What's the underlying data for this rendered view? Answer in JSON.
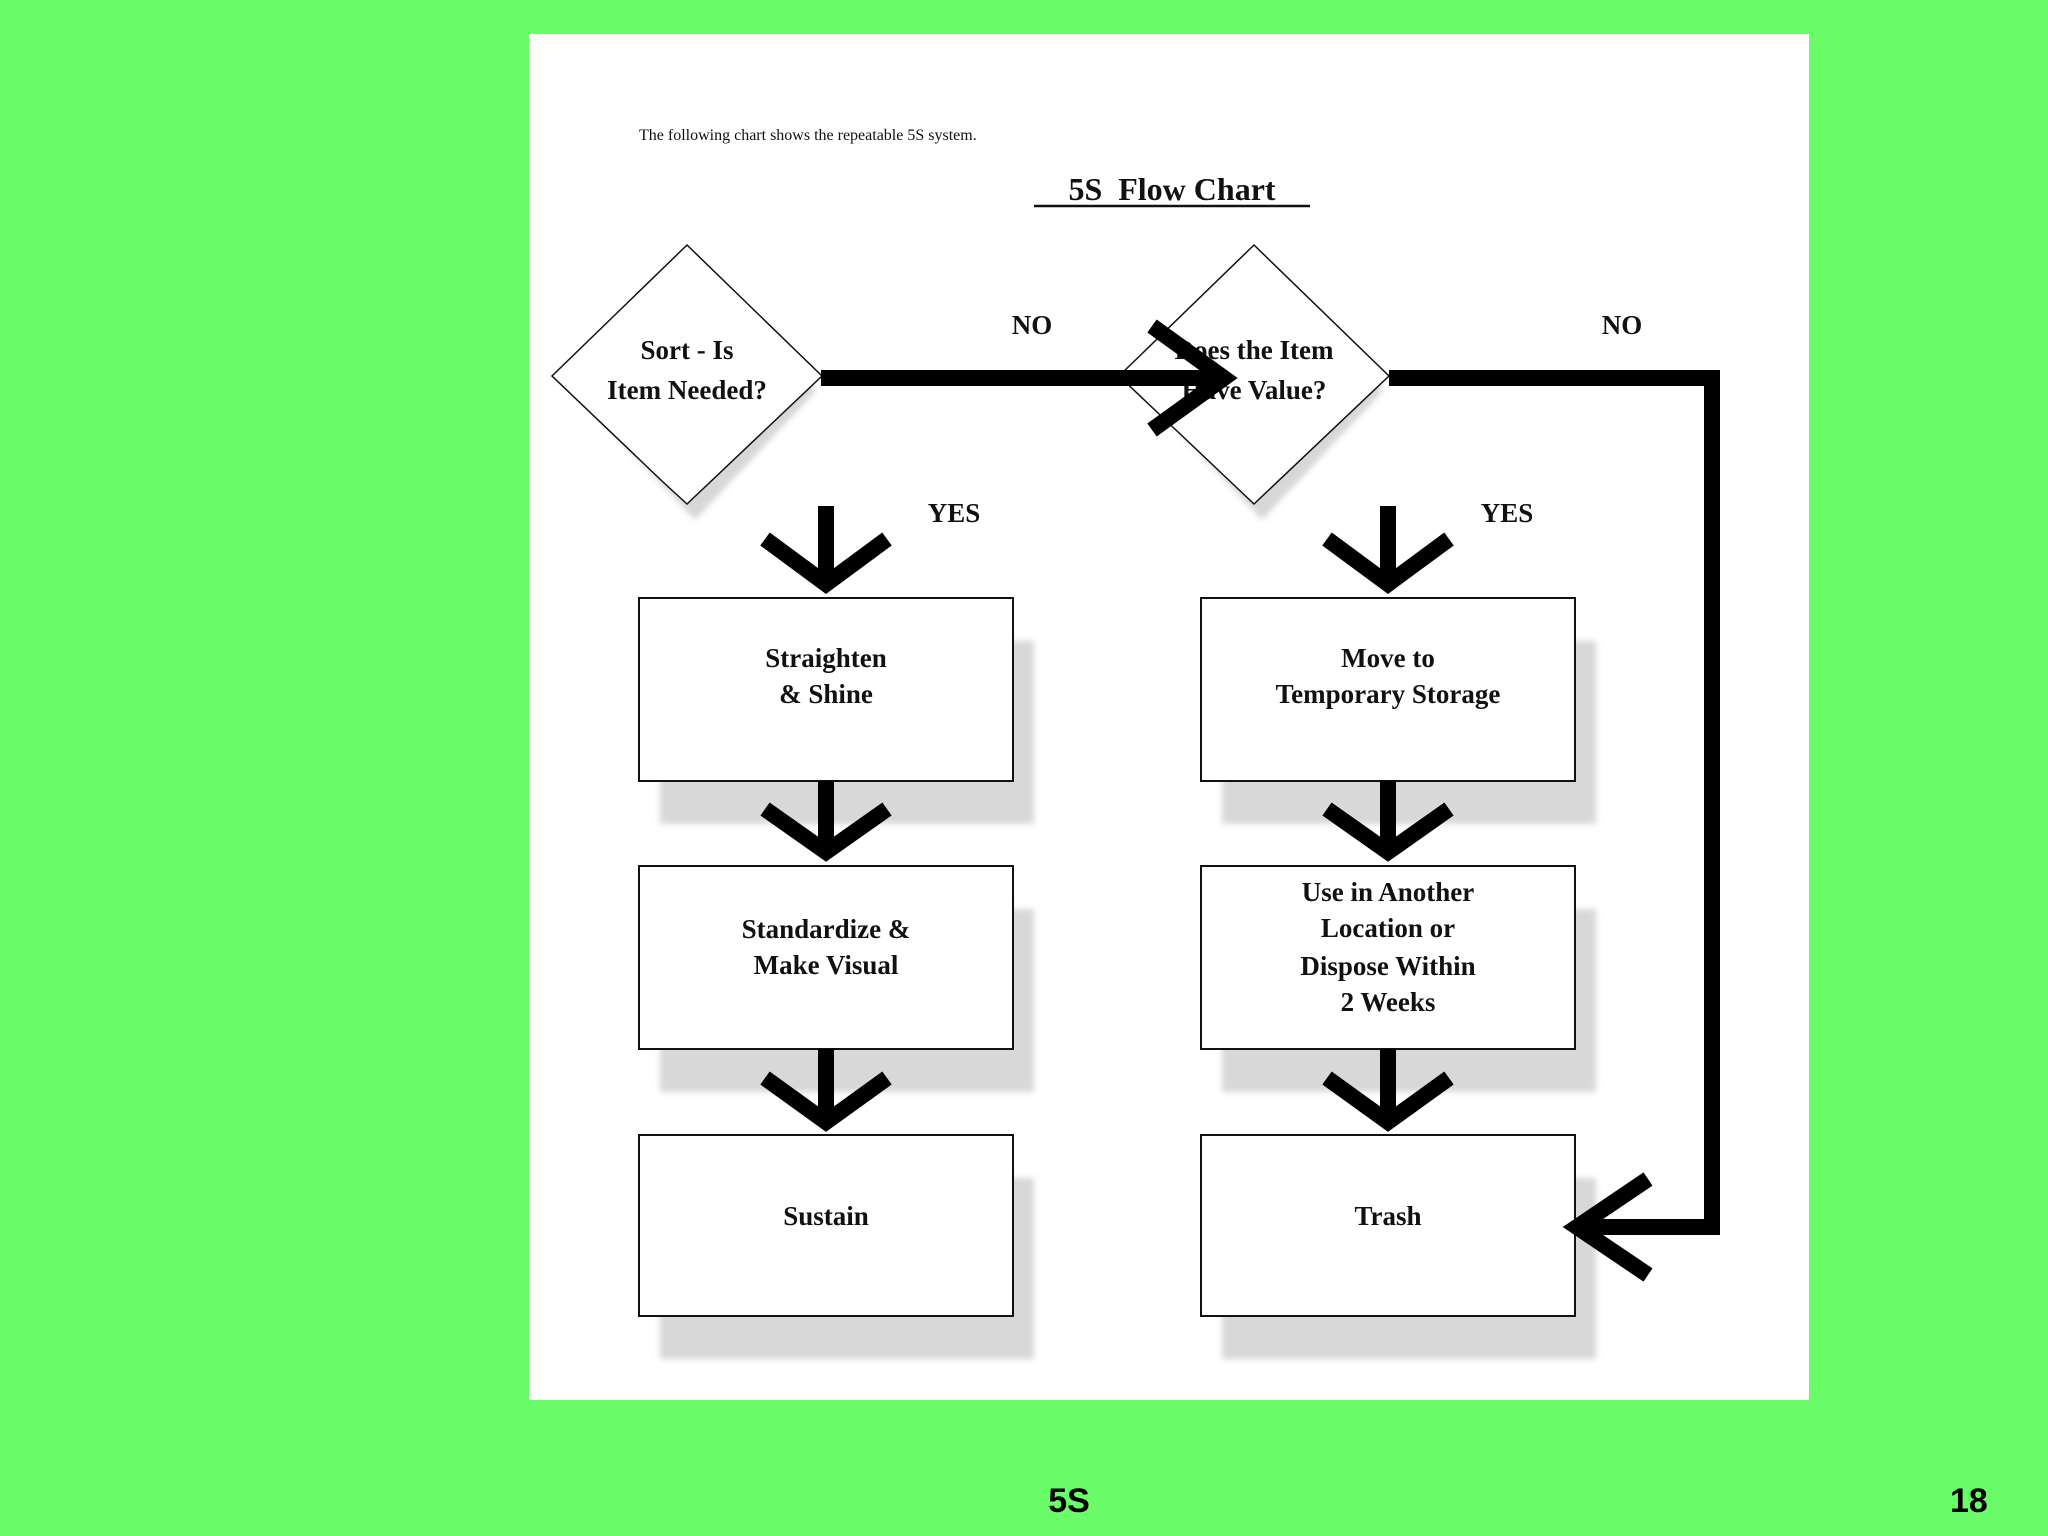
{
  "slide": {
    "background_color": "#6bfd69",
    "footer_title": "5S",
    "page_number": "18"
  },
  "figure": {
    "intro_text": "The following chart shows the repeatable 5S system.",
    "title": "5S  Flow Chart",
    "decisions": {
      "sort": [
        "Sort - Is",
        "Item Needed?"
      ],
      "value": [
        "Does the Item",
        "Have Value?"
      ]
    },
    "edge_labels": {
      "sort_no": "NO",
      "sort_yes": "YES",
      "value_no": "NO",
      "value_yes": "YES"
    },
    "boxes": {
      "straighten": [
        "Straighten",
        "& Shine"
      ],
      "standardize": [
        "Standardize &",
        "Make Visual"
      ],
      "sustain": [
        "Sustain"
      ],
      "temporary_storage": [
        "Move to",
        "Temporary Storage"
      ],
      "use_or_dispose": [
        "Use in Another",
        "Location or",
        "Dispose Within",
        "2 Weeks"
      ],
      "trash": [
        "Trash"
      ]
    }
  }
}
